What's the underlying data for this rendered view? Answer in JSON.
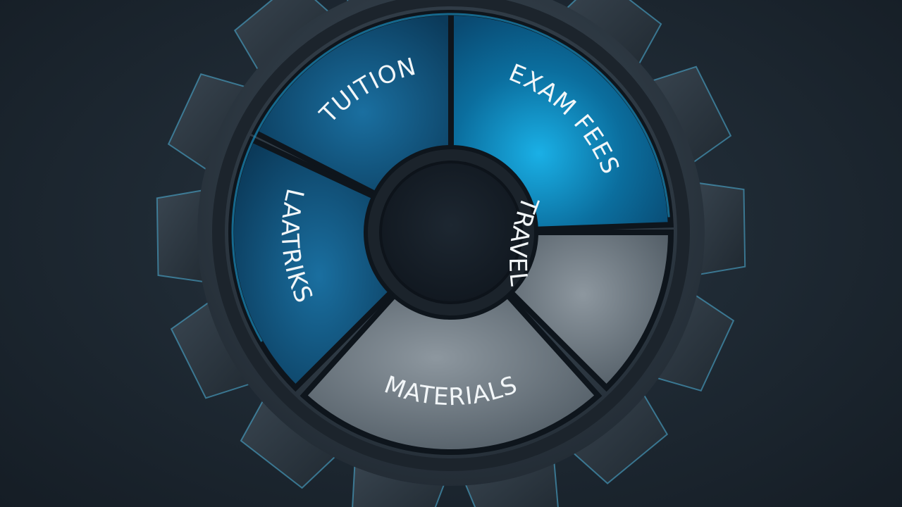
{
  "diagram": {
    "segments": [
      {
        "id": "tuition",
        "label": "TUITION",
        "color": "#0f4f78"
      },
      {
        "id": "exam-fees",
        "label": "EXAM FEES",
        "color": "#0c79a8"
      },
      {
        "id": "travel",
        "label": "TRAVEL",
        "color": "#6a757e"
      },
      {
        "id": "materials",
        "label": "MATERIALS",
        "color": "#5c6770"
      },
      {
        "id": "lattriks",
        "label": "LAATRIKS",
        "color": "#0e4c73"
      }
    ],
    "colors": {
      "background": "#1a232c",
      "gear": "#2c3640",
      "gear_edge": "#4fb4dc",
      "hub": "#172029",
      "accent_blue": "#1aa0d8",
      "gray_segment": "#6a757e"
    }
  }
}
